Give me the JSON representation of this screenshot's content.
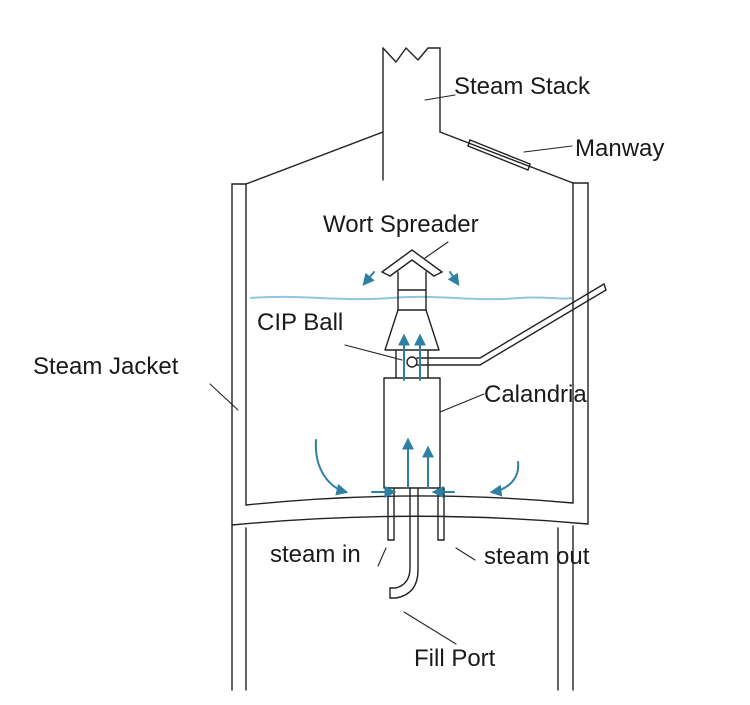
{
  "labels": {
    "steam_stack": "Steam Stack",
    "manway": "Manway",
    "wort_spreader": "Wort Spreader",
    "cip_ball": "CIP Ball",
    "steam_jacket": "Steam Jacket",
    "calandria": "Calandria",
    "steam_in": "steam in",
    "steam_out": "steam out",
    "fill_port": "Fill Port"
  },
  "colors": {
    "outline": "#222222",
    "flow_arrows": "#2f7fa3",
    "wort_level": "#8fc7dc"
  }
}
